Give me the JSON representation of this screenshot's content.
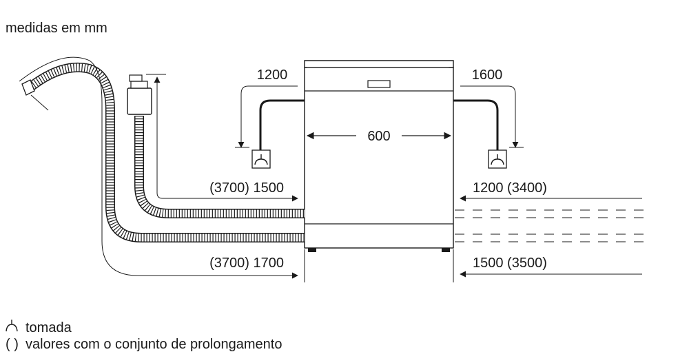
{
  "units_note": "medidas em mm",
  "dimensions": {
    "width": "600",
    "left_top_height": "1200",
    "right_top_height": "1600",
    "left_upper_hose": "(3700) 1500",
    "left_lower_hose": "(3700) 1700",
    "right_upper_hose": "1200 (3400)",
    "right_lower_hose": "1500 (3500)"
  },
  "legend": {
    "socket_symbol": "⏚",
    "socket_label": "tomada",
    "extension_symbol": "( )",
    "extension_label": "valores com o conjunto de prolongamento"
  },
  "icons": [
    "socket-icon",
    "water-tap-icon",
    "aquastop-valve-icon",
    "dimension-arrow-icon"
  ]
}
